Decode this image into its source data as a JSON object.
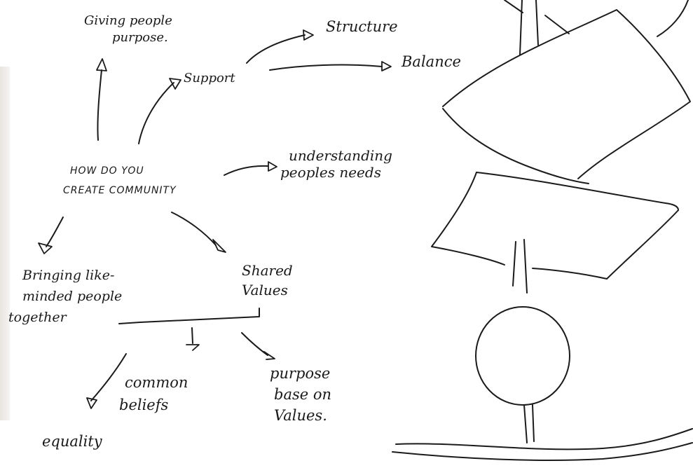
{
  "diagram": {
    "center": {
      "line1": "HOW DO YOU",
      "line2": "CREATE COMMUNITY"
    },
    "purpose": {
      "line1": "Giving people",
      "line2": "purpose."
    },
    "support": "Support",
    "structure": "Structure",
    "balance": "Balance",
    "needs": {
      "line1": "understanding",
      "line2": "peoples needs"
    },
    "like_minded": {
      "line1": "Bringing like-",
      "line2": "minded people",
      "line3": "together"
    },
    "shared_values": {
      "line1": "Shared",
      "line2": "Values"
    },
    "common_beliefs": {
      "line1": "common",
      "line2": "beliefs"
    },
    "equality": "equality",
    "purpose_values": {
      "line1": "purpose",
      "line2": "base on",
      "line3": "Values."
    }
  }
}
